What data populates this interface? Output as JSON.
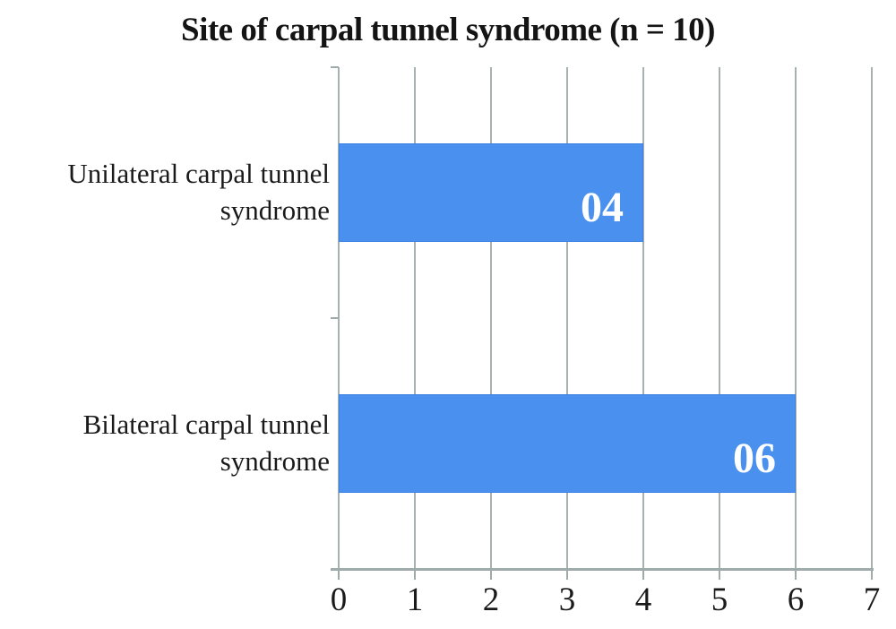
{
  "title": "Site of carpal tunnel syndrome (n = 10)",
  "chart_data": {
    "type": "bar",
    "orientation": "horizontal",
    "title": "Site of carpal tunnel syndrome (n = 10)",
    "categories": [
      "Unilateral carpal tunnel syndrome",
      "Bilateral carpal tunnel syndrome"
    ],
    "values": [
      4,
      6
    ],
    "value_labels": [
      "04",
      "06"
    ],
    "xlabel": "",
    "ylabel": "",
    "xlim": [
      0,
      7
    ],
    "x_ticks": [
      "0",
      "1",
      "2",
      "3",
      "4",
      "5",
      "6",
      "7"
    ],
    "grid": "vertical gridlines at each x tick",
    "legend_position": "none",
    "colors": {
      "bar": "#4a90ef",
      "bar_edge": "#3f82e2",
      "grid": "#a7b1b1",
      "axis": "#9fabab",
      "text": "#1a1a1a",
      "value_label": "#ffffff"
    }
  }
}
